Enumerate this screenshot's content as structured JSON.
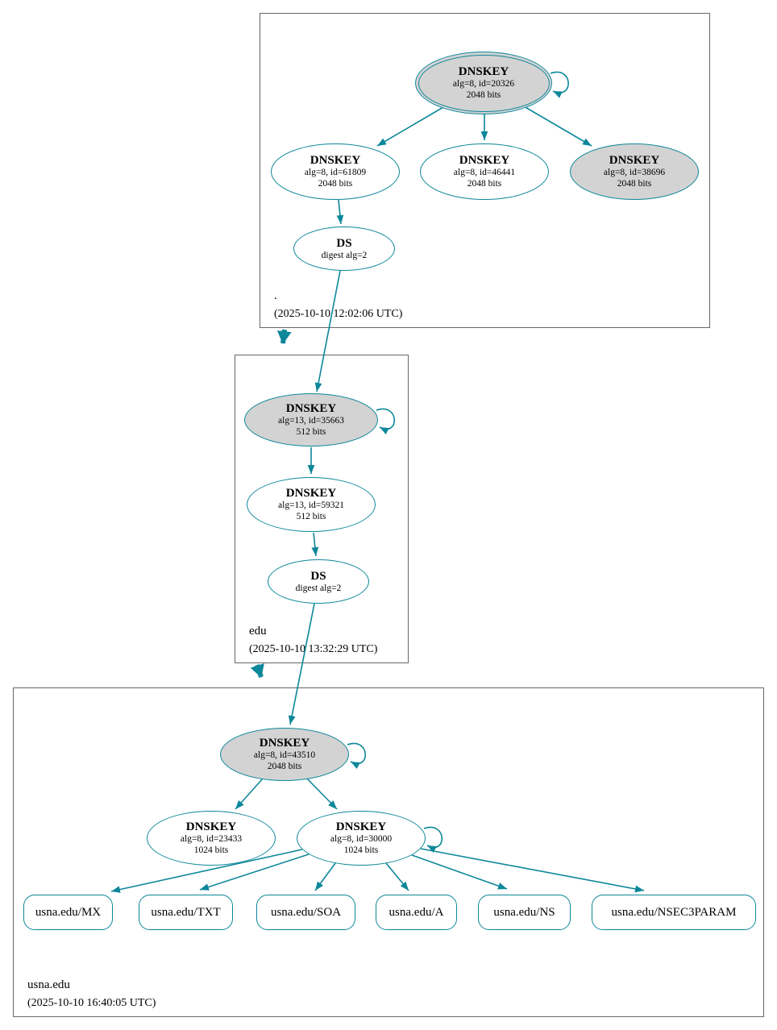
{
  "colors": {
    "edge": "#0d8799",
    "ksk_fill": "#d3d3d3",
    "node_fill": "#ffffff",
    "box_border": "#666666"
  },
  "zones": [
    {
      "label": ".",
      "timestamp": "(2025-10-10 12:02:06 UTC)",
      "nodes": [
        {
          "title": "DNSKEY",
          "detail1": "alg=8, id=20326",
          "detail2": "2048 bits"
        },
        {
          "title": "DNSKEY",
          "detail1": "alg=8, id=61809",
          "detail2": "2048 bits"
        },
        {
          "title": "DNSKEY",
          "detail1": "alg=8, id=46441",
          "detail2": "2048 bits"
        },
        {
          "title": "DNSKEY",
          "detail1": "alg=8, id=38696",
          "detail2": "2048 bits"
        },
        {
          "title": "DS",
          "detail1": "digest alg=2",
          "detail2": ""
        }
      ]
    },
    {
      "label": "edu",
      "timestamp": "(2025-10-10 13:32:29 UTC)",
      "nodes": [
        {
          "title": "DNSKEY",
          "detail1": "alg=13, id=35663",
          "detail2": "512 bits"
        },
        {
          "title": "DNSKEY",
          "detail1": "alg=13, id=59321",
          "detail2": "512 bits"
        },
        {
          "title": "DS",
          "detail1": "digest alg=2",
          "detail2": ""
        }
      ]
    },
    {
      "label": "usna.edu",
      "timestamp": "(2025-10-10 16:40:05 UTC)",
      "nodes": [
        {
          "title": "DNSKEY",
          "detail1": "alg=8, id=43510",
          "detail2": "2048 bits"
        },
        {
          "title": "DNSKEY",
          "detail1": "alg=8, id=23433",
          "detail2": "1024 bits"
        },
        {
          "title": "DNSKEY",
          "detail1": "alg=8, id=30000",
          "detail2": "1024 bits"
        }
      ],
      "rrsets": [
        "usna.edu/MX",
        "usna.edu/TXT",
        "usna.edu/SOA",
        "usna.edu/A",
        "usna.edu/NS",
        "usna.edu/NSEC3PARAM"
      ]
    }
  ]
}
